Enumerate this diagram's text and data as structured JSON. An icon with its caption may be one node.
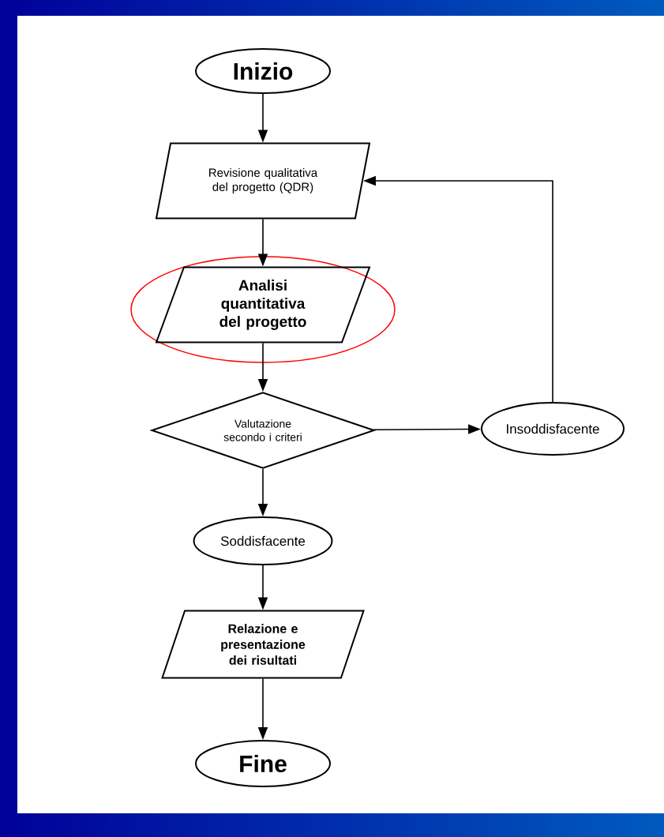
{
  "diagram": {
    "nodes": [
      {
        "text": [
          "Inizio"
        ]
      },
      {
        "text": [
          "Revisione qualitativa del progetto (QDR)"
        ]
      },
      {
        "text": [
          "Analisi quantitativa del progetto"
        ]
      },
      {
        "text": [
          "Valutazione secondo i criteri"
        ]
      },
      {
        "text": [
          "Insoddisfacente"
        ]
      },
      {
        "text": [
          "Soddisfacente"
        ]
      },
      {
        "text": [
          "Relazione e presentazione dei risultati"
        ]
      },
      {
        "text": [
          "Fine"
        ]
      }
    ],
    "edges": [
      {
        "from": 0,
        "to": 1,
        "arrow": "to"
      },
      {
        "from": 1,
        "to": 2,
        "arrow": "to"
      },
      {
        "from": 2,
        "to": 3,
        "arrow": "to"
      },
      {
        "from": 3,
        "to": 4,
        "arrow": "to"
      },
      {
        "from": 4,
        "to": 1,
        "arrow": "to"
      },
      {
        "from": 3,
        "to": 5,
        "arrow": "to"
      },
      {
        "from": 5,
        "to": 6,
        "arrow": "to"
      },
      {
        "from": 6,
        "to": 7,
        "arrow": "to"
      }
    ]
  }
}
